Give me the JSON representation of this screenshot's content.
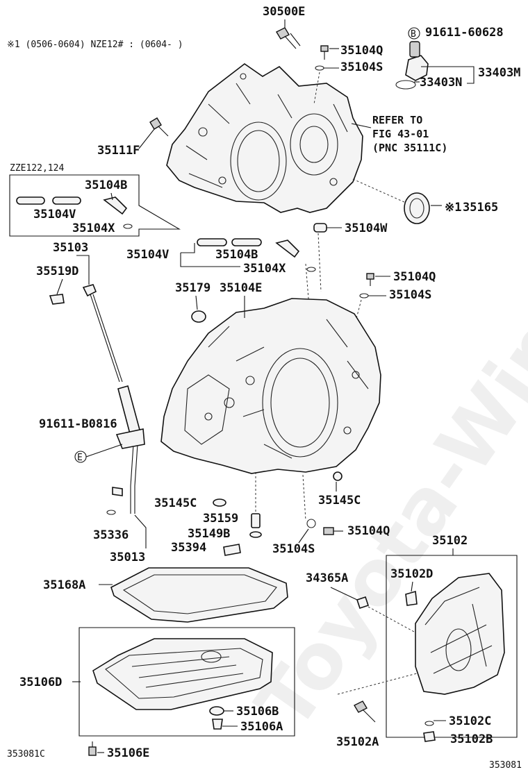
{
  "notes": {
    "footnote": "※1 (0506-0604) NZE12# : (0604-    )",
    "variant_box_title": "ZZE122,124",
    "refer": [
      "REFER TO",
      "FIG 43-01",
      "(PNC 35111C)"
    ],
    "figure_code_left": "353081C",
    "figure_code_right": "353081",
    "watermark": "Toyota-Wine.ru",
    "circled_b": "B",
    "circled_e": "E",
    "mark_1": "※1"
  },
  "labels": {
    "p30500E": "30500E",
    "p91611_60628": "91611-60628",
    "p35104Q_top": "35104Q",
    "p35104S_top": "35104S",
    "p33403M": "33403M",
    "p33403N": "33403N",
    "p35111F": "35111F",
    "p35165": "35165",
    "p35104B_box": "35104B",
    "p35104V_box": "35104V",
    "p35104X_box": "35104X",
    "p35104W": "35104W",
    "p35103": "35103",
    "p35519D": "35519D",
    "p35104V": "35104V",
    "p35104B": "35104B",
    "p35104X": "35104X",
    "p35104Q_mid": "35104Q",
    "p35179": "35179",
    "p35104E": "35104E",
    "p35104S_mid": "35104S",
    "p91611_B0816": "91611-B0816",
    "p35145C_left": "35145C",
    "p35145C_right": "35145C",
    "p35159": "35159",
    "p35149B": "35149B",
    "p35394": "35394",
    "p35104S_low": "35104S",
    "p35104Q_low": "35104Q",
    "p35336": "35336",
    "p35013": "35013",
    "p35102": "35102",
    "p35102D": "35102D",
    "p35168A": "35168A",
    "p34365A": "34365A",
    "p35106D": "35106D",
    "p35106B": "35106B",
    "p35106A": "35106A",
    "p35102C": "35102C",
    "p35102B": "35102B",
    "p35102A": "35102A",
    "p35106E": "35106E"
  }
}
